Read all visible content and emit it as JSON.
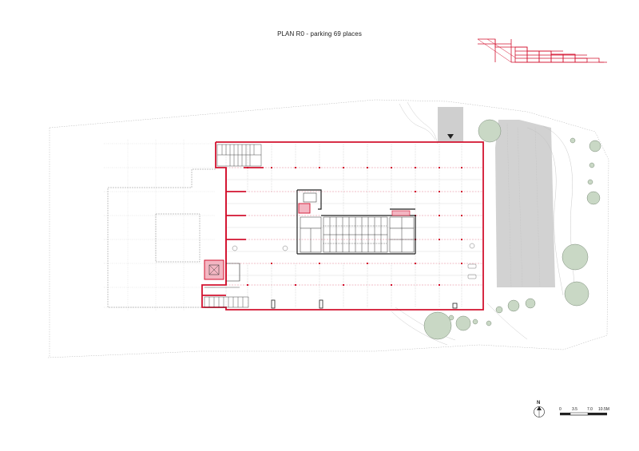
{
  "title": "PLAN R0 - parking 69 places",
  "north": "N",
  "scale_bar": {
    "labels": [
      "0",
      "3.5",
      "7.0",
      "10.5M"
    ]
  },
  "colors": {
    "structure": "#d3122f",
    "core": "#222222",
    "site_lines": "#9a9a9a",
    "road": "#cfcfcf",
    "trees": "#c9d8c5",
    "highlight": "#f3b6c2"
  }
}
